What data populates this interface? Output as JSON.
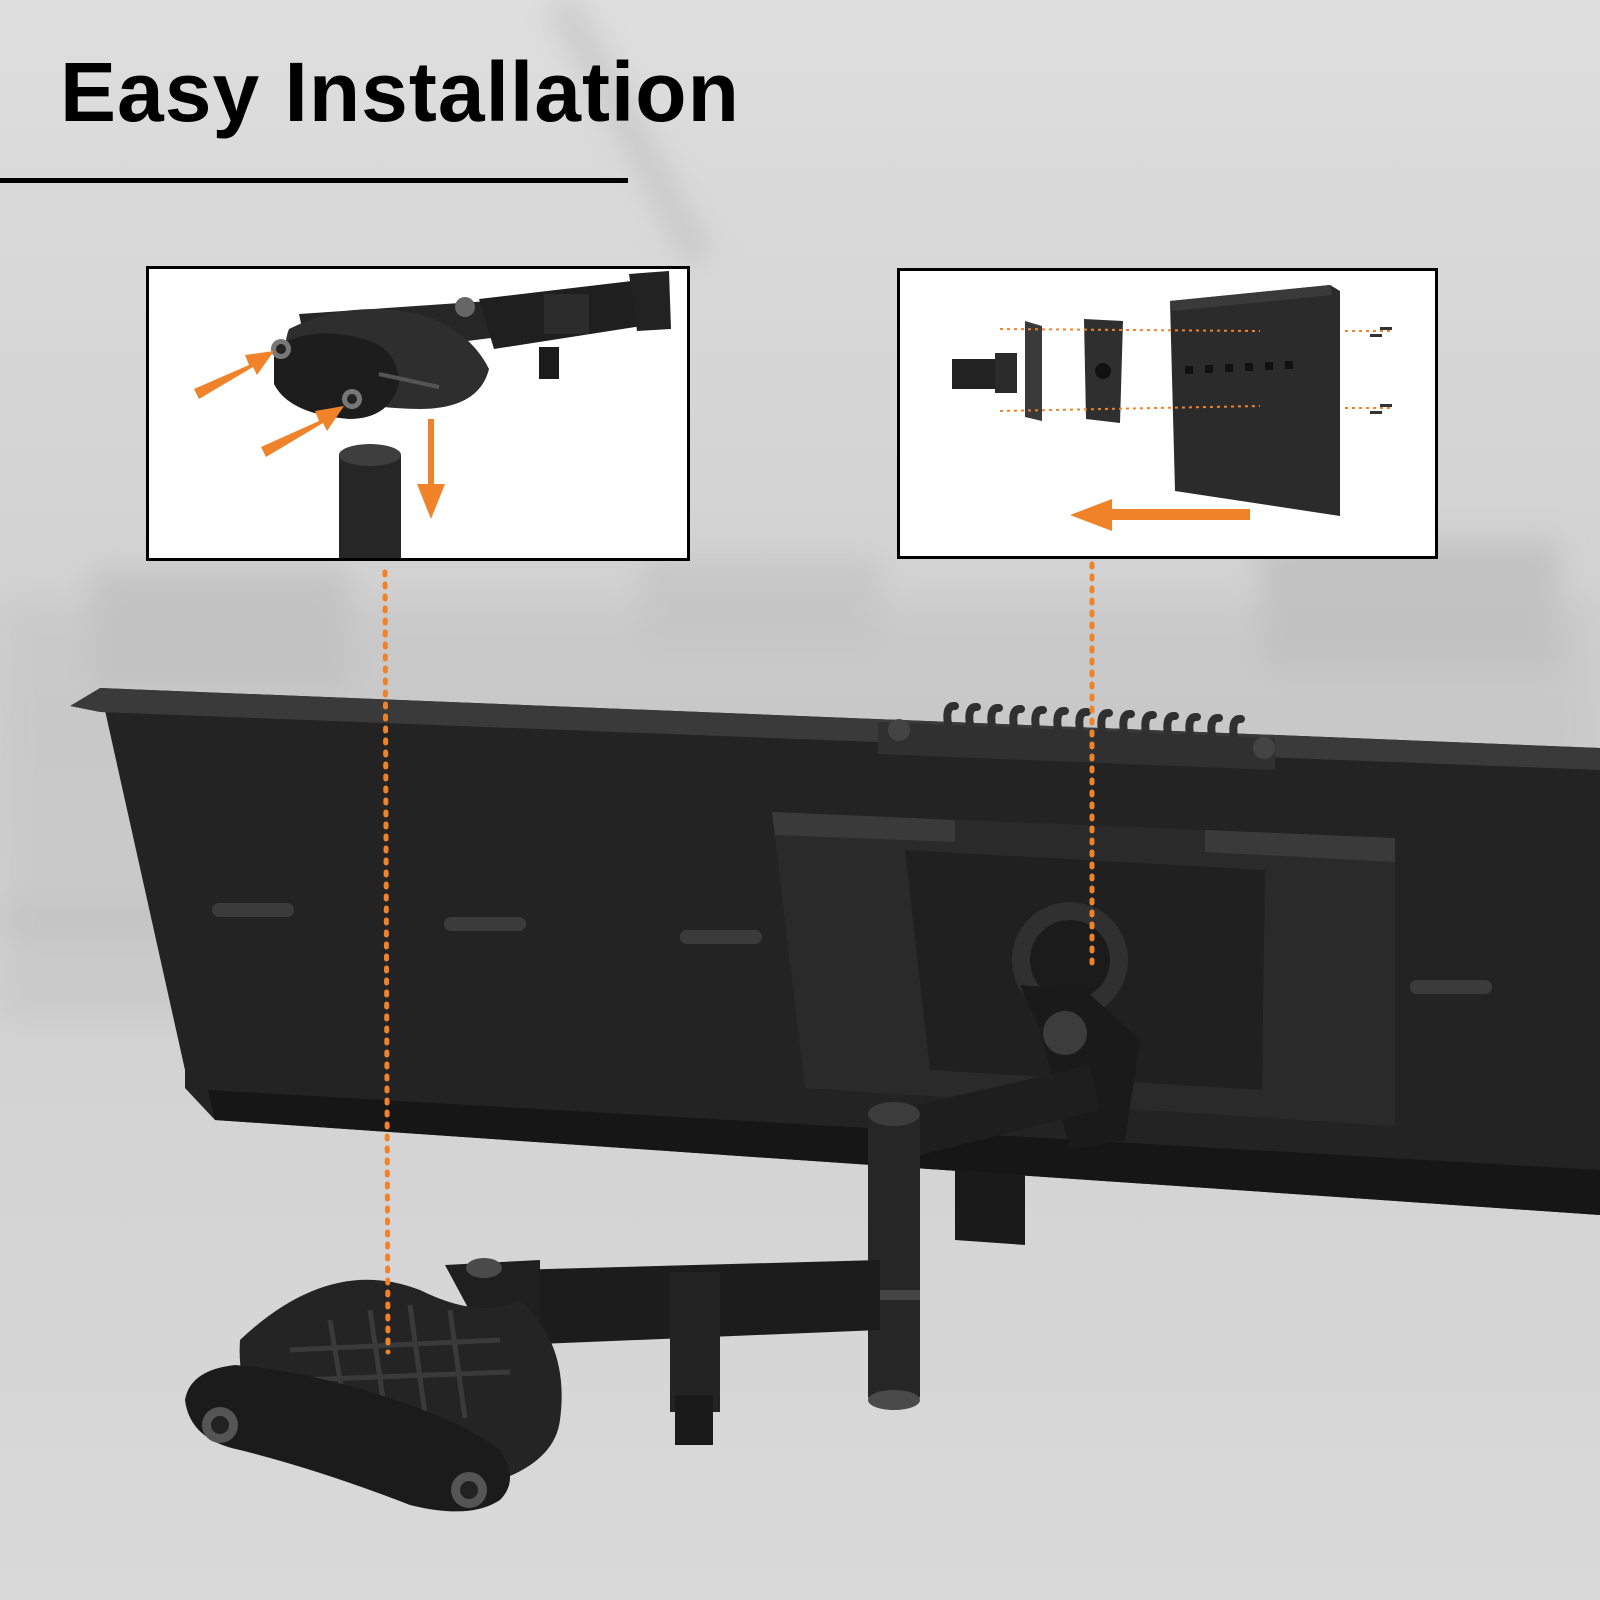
{
  "title": "Easy Installation",
  "colors": {
    "accent_orange": "#f0832a",
    "product_black": "#1e1e1e",
    "background_gray": "#d6d6d6"
  },
  "insets": [
    {
      "name": "clamp-detail",
      "content": "pole clamp with arrows"
    },
    {
      "name": "vesa-detail",
      "content": "VESA plate exploded view"
    }
  ],
  "icons": [
    "arrow-icon",
    "dotted-guide-line"
  ]
}
